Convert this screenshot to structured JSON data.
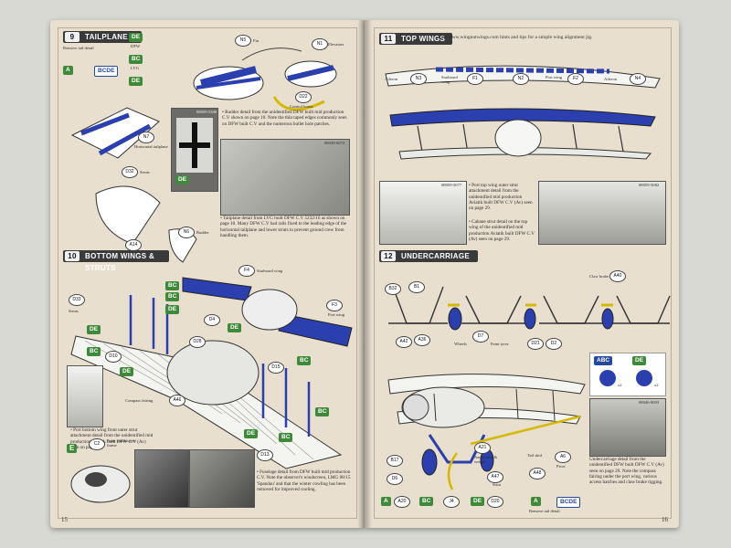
{
  "left_page": {
    "page_number": "15",
    "sections": {
      "tailplane": {
        "number": "9",
        "title": "TAILPLANE"
      },
      "bottom_wings": {
        "number": "10",
        "title": "BOTTOM WINGS & STRUTS"
      },
      "cockpit": {
        "number": "E"
      }
    },
    "callouts": {
      "n5": "N5",
      "n1": "N1",
      "d22": "D22",
      "n7": "N7",
      "d32": "D32",
      "n6": "N6",
      "a14": "A14",
      "f4": "F4",
      "f3": "F3",
      "d33": "D33",
      "d4": "D4",
      "d15": "D15",
      "d13": "D13",
      "a46": "A46",
      "c2": "C2",
      "c8": "C8",
      "d10": "D10",
      "d28": "D28"
    },
    "labels": {
      "fin": "Fin",
      "elevators": "Elevators",
      "control_horns": "Control horns",
      "remove_tail_detail": "Remove tail detail",
      "horizontal_tailplane": "Horizontal tailplane",
      "struts": "Struts",
      "control_horn": "Control horn",
      "rudder": "Rudder",
      "starboard_wing": "Starboard wing",
      "port_wing": "Port wing",
      "struts2": "Struts",
      "compass_fairing": "Compass fairing",
      "paint_windscreen_frame": "Paint windscreen frame",
      "dfw": "DFW",
      "lvg": "LVG"
    },
    "version_tags": {
      "a": "A",
      "bcde": "BCDE",
      "de": "DE",
      "bc": "BC",
      "e": "E"
    },
    "texts": {
      "rudder_detail": "• Rudder detail from the unidentified DFW built mid production C.V shown on page 10. Note the thin taped edges commonly seen on DFW built C.V and the numerous bullet hole patches.",
      "tailplane_detail": "• Tailplane detail from LVG built DFW C.V 5232/16 as shown on page 10. Many DFW C.V had rails fixed to the leading edge of the horizontal tailplane and lower struts to prevent ground crew from handling them.",
      "strut_detail": "• Port bottom wing front outer strut attachment detail from the unidentified mid production Aviatik built DFW C.V (Av) seen on page 29.",
      "fuselage_detail": "• Fuselage detail from DFW built mid production C.V. Note the observer's windscreen, LMG 08/15 'Spandau' and that the winter cowling has been removed for improved cooling."
    },
    "photo_ids": {
      "p1": "08059-5300",
      "p2": "08049-6072",
      "p3": "08059-5214",
      "p4": "08075-6000"
    }
  },
  "right_page": {
    "page_number": "16",
    "website_note": "Visit www.wingnutwings.com hints and tips for a simple wing alignment jig.",
    "sections": {
      "top_wings": {
        "number": "11",
        "title": "TOP WINGS"
      },
      "undercarriage": {
        "number": "12",
        "title": "UNDERCARRIAGE"
      }
    },
    "callouts": {
      "n3": "N3",
      "f1": "F1",
      "n2": "N2",
      "f2": "F2",
      "n4": "N4",
      "b32": "B32",
      "b1": "B1",
      "a40": "A40",
      "a42": "A42",
      "a36": "A36",
      "d7": "D7",
      "d21": "D21",
      "d2": "D2",
      "b17": "B17",
      "a21": "A21",
      "a47": "A47",
      "a48": "A48",
      "a6": "A6",
      "a20": "A20",
      "j4": "J4",
      "d20": "D20",
      "d6": "D6"
    },
    "labels": {
      "aileron_left": "Aileron",
      "starboard_wing": "Starboard wing",
      "port_wing": "Port wing",
      "aileron_right": "Aileron",
      "claw_brake": "Claw brake",
      "wheels": "Wheels",
      "paint_tyres": "Paint tyres",
      "aerial_tube_weight": "Aerial tube & weight",
      "strut": "Strut",
      "tail_skid": "Tail skid",
      "pivot": "Pivot",
      "remove_tail_detail": "Remove tail detail",
      "x2a": "x2",
      "x2b": "x2"
    },
    "version_tags": {
      "abc": "ABC",
      "de": "DE",
      "a": "A",
      "bc": "BC",
      "bcde": "BCDE"
    },
    "texts": {
      "strut_attach": "• Port top wing outer strut attachment detail from the unidentified mid production Aviatik built DFW C.V (Av) seen on page 29.",
      "cabane_strut": "• Cabane strut detail on the top wing of the unidentified mid production Aviatik built DFW C.V (Av) seen on page 29.",
      "undercarriage_detail": "Undercarriage detail from the unidentified DFW built DFW C.V (Av) seen on page 29. Note the compass fairing under the port wing, various access hatches and claw brake rigging."
    },
    "photo_ids": {
      "p1": "08059-5077",
      "p2": "08059-5082",
      "p3": "08046-8003"
    }
  },
  "colors": {
    "page": "#e8dfcf",
    "bar": "#3a3a3a",
    "green_tag": "#3e8a3a",
    "blue": "#2c3fae",
    "frame": "#b9ad95"
  }
}
